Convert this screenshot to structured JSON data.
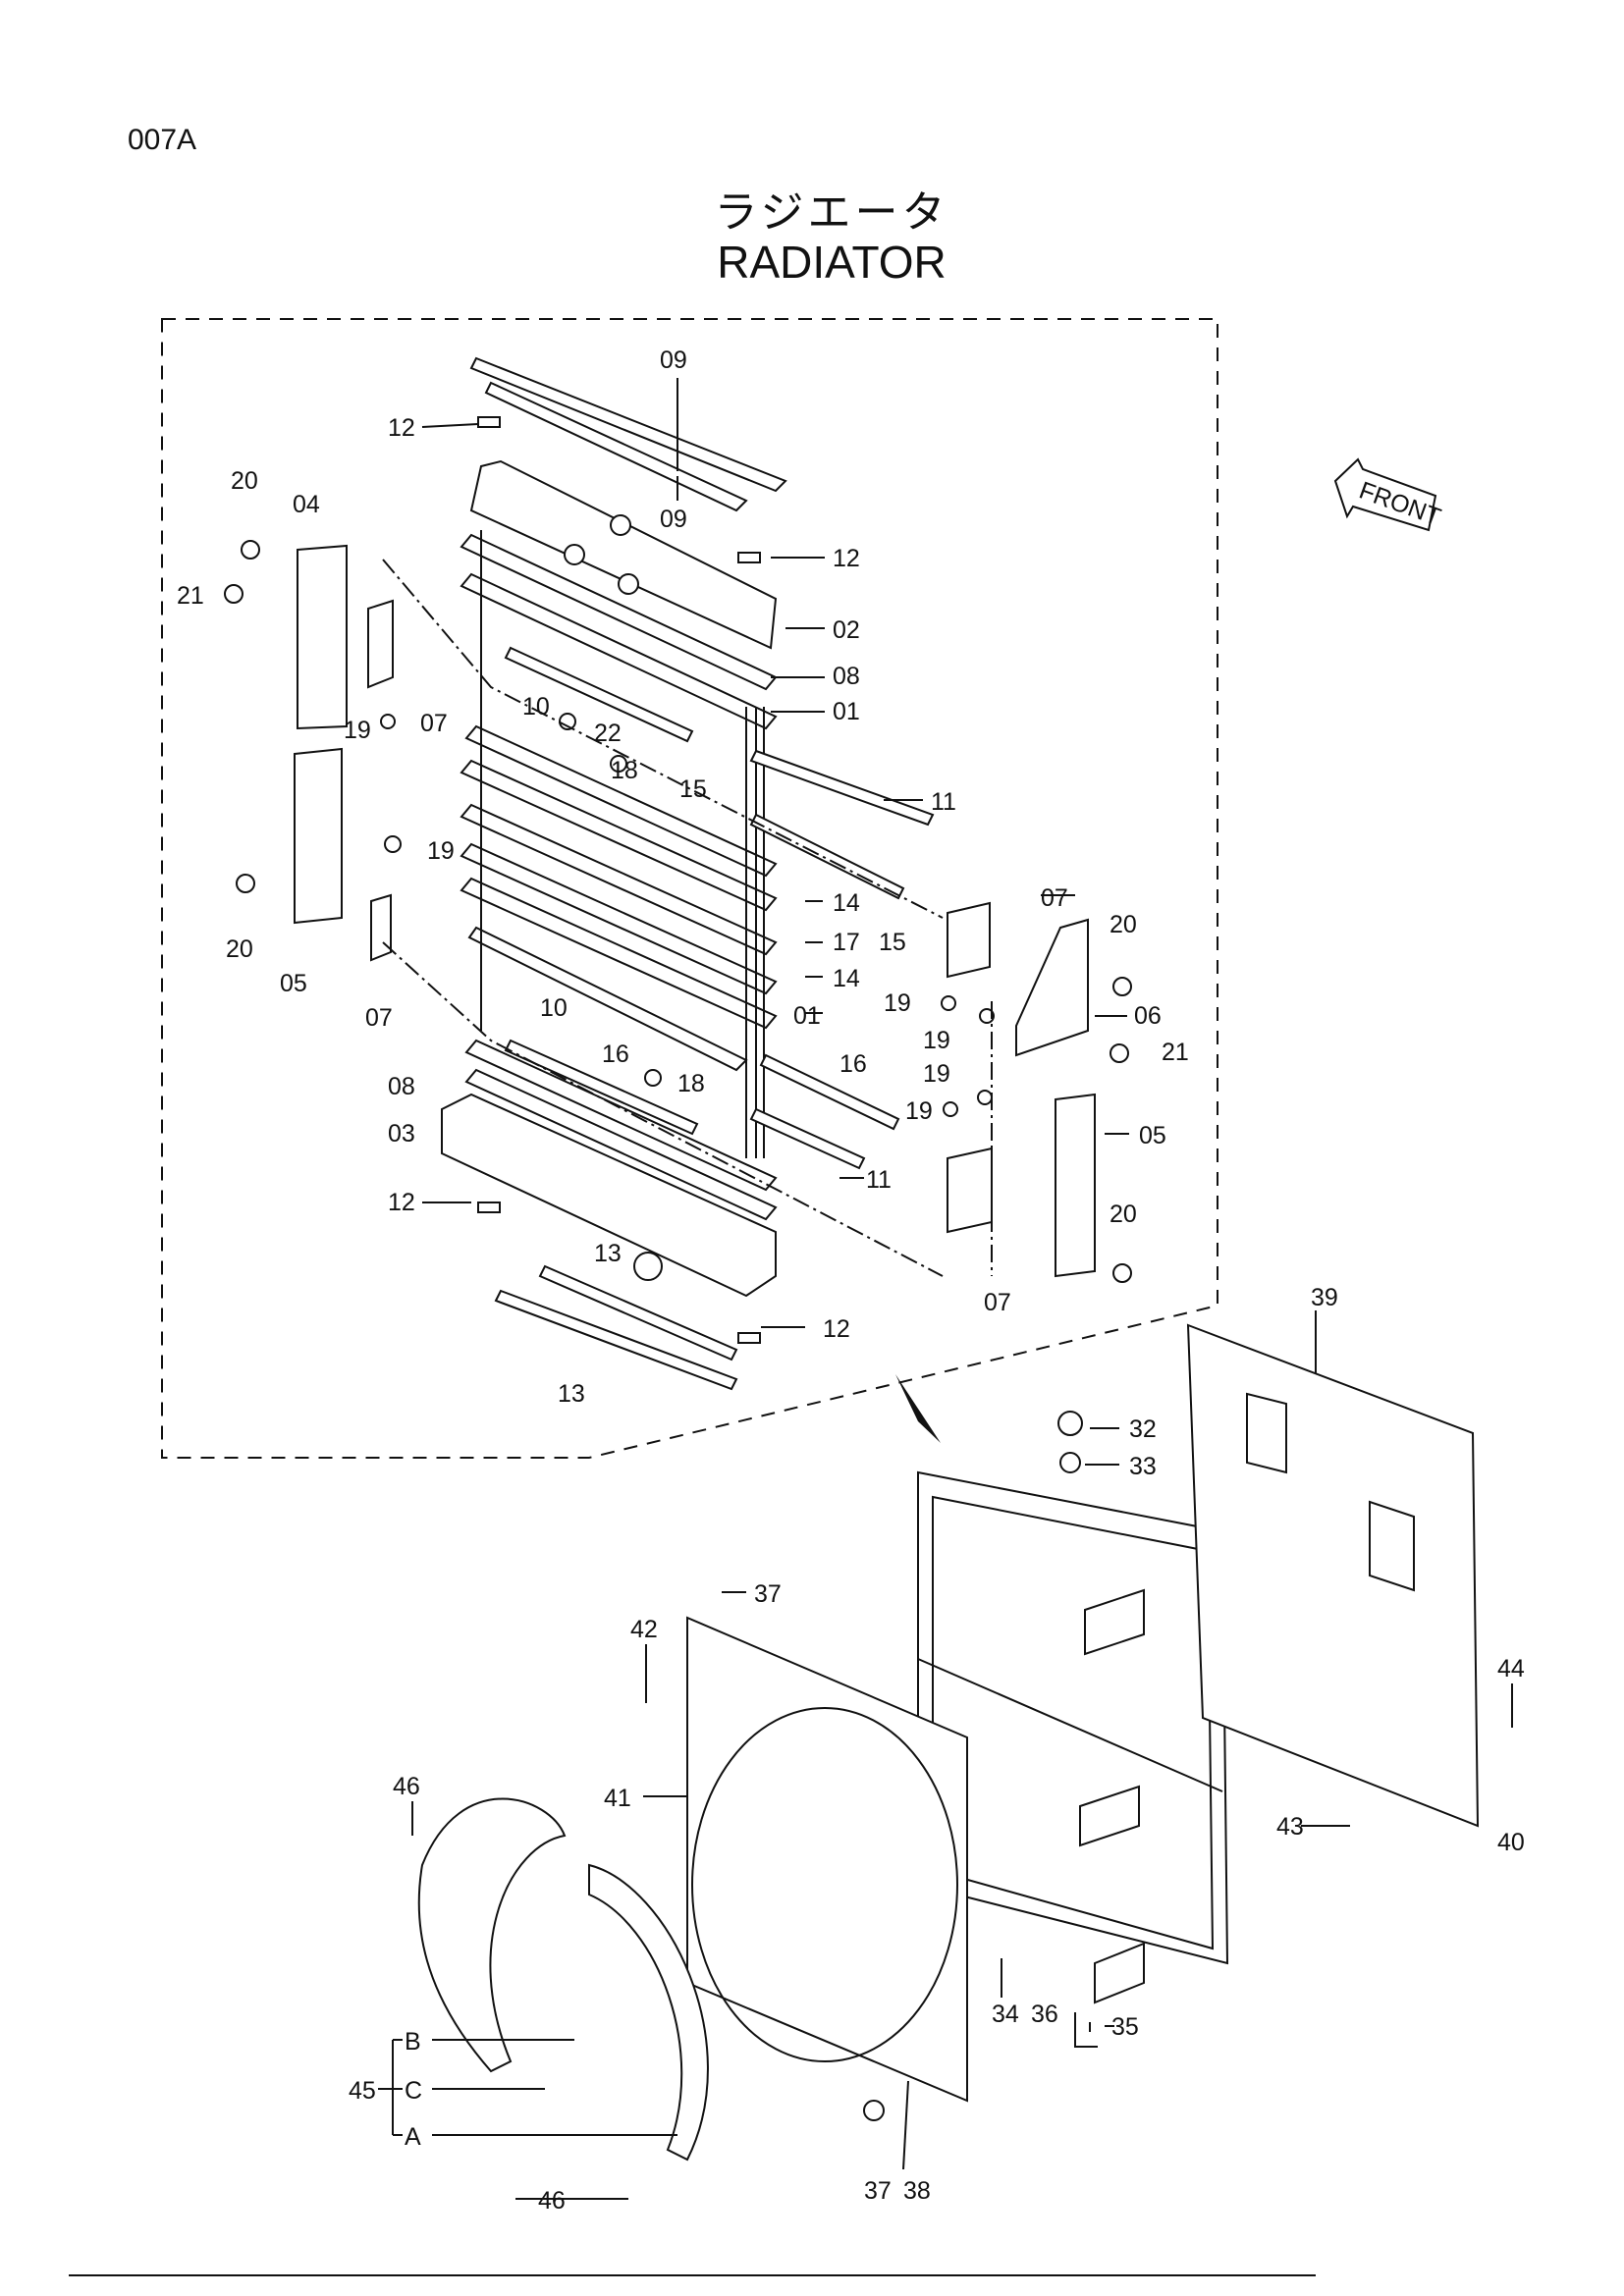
{
  "page_code": "007A",
  "title_jp": "ラジエータ",
  "title_en": "RADIATOR",
  "front_label": "FRONT",
  "callouts": {
    "c09a": "09",
    "c09b": "09",
    "c12a": "12",
    "c12b": "12",
    "c12c": "12",
    "c12d": "12",
    "c20a": "20",
    "c20b": "20",
    "c20c": "20",
    "c20d": "20",
    "c04": "04",
    "c21a": "21",
    "c21b": "21",
    "c02": "02",
    "c08a": "08",
    "c08b": "08",
    "c01a": "01",
    "c01b": "01",
    "c19a": "19",
    "c19b": "19",
    "c19c": "19",
    "c19d": "19",
    "c19e": "19",
    "c19f": "19",
    "c07a": "07",
    "c07b": "07",
    "c07c": "07",
    "c07d": "07",
    "c10a": "10",
    "c10b": "10",
    "c22": "22",
    "c18a": "18",
    "c18b": "18",
    "c11a": "11",
    "c11b": "11",
    "c15a": "15",
    "c15b": "15",
    "c14a": "14",
    "c14b": "14",
    "c17": "17",
    "c05a": "05",
    "c05b": "05",
    "c06": "06",
    "c16a": "16",
    "c16b": "16",
    "c03": "03",
    "c13a": "13",
    "c13b": "13",
    "c39": "39",
    "c32": "32",
    "c33": "33",
    "c37a": "37",
    "c37b": "37",
    "c42": "42",
    "c44": "44",
    "c40": "40",
    "c43": "43",
    "c41": "41",
    "c46a": "46",
    "c46b": "46",
    "c34": "34",
    "c36": "36",
    "c35": "35",
    "c38": "38",
    "c45": "45",
    "cA": "A",
    "cB": "B",
    "cC": "C"
  }
}
